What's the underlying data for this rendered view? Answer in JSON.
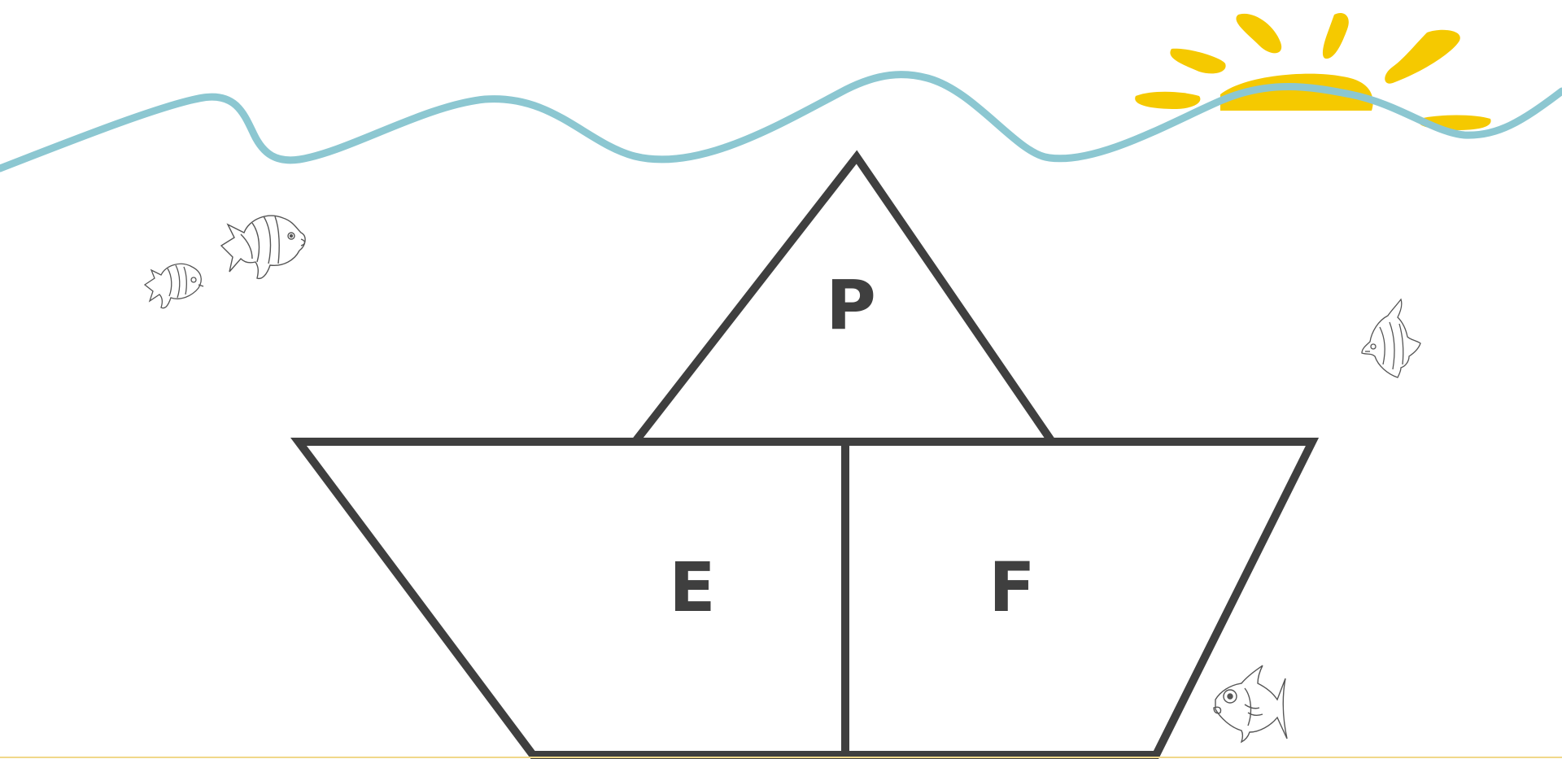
{
  "colors": {
    "background": "#ffffff",
    "outline": "#3f3f3f",
    "wave": "#8cc7d1",
    "sun": "#f5c900",
    "fish_line": "#555555"
  },
  "boat": {
    "sail_label": "P",
    "hull_left_label": "E",
    "hull_right_label": "F"
  },
  "decorations": {
    "sun_icon": "sun-icon",
    "wave_icon": "wave-line",
    "fish_icons": [
      "fish-icon",
      "fish-icon",
      "fish-icon",
      "fish-icon"
    ]
  }
}
